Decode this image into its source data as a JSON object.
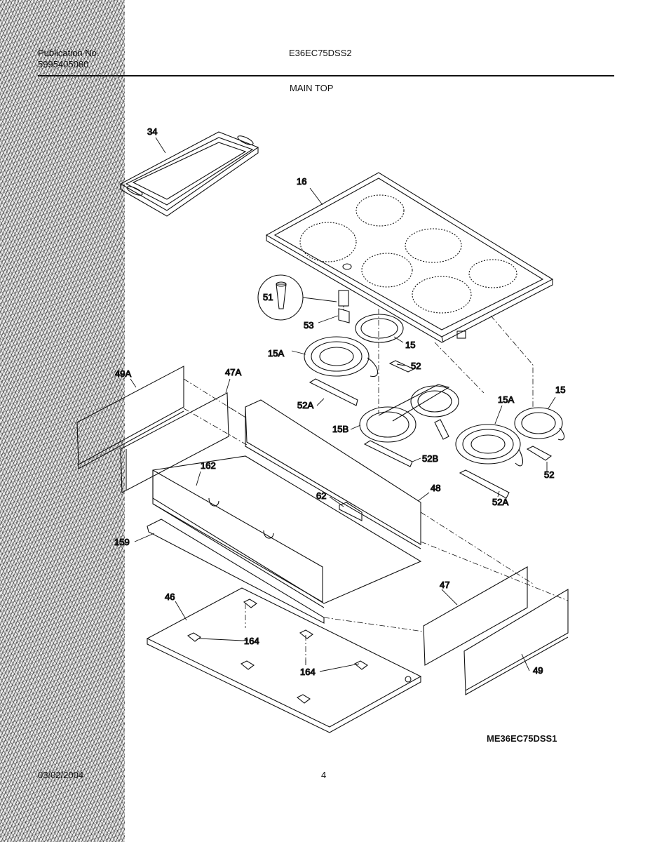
{
  "header": {
    "publication_label": "Publication No.",
    "publication_number": "5995405080",
    "model_number": "E36EC75DSS2",
    "section_title": "MAIN TOP"
  },
  "footer": {
    "date": "03/02/2004",
    "page_number": "4",
    "diagram_code": "ME36EC75DSS1"
  },
  "callouts": {
    "griddle": "34",
    "glass_top": "16",
    "lamp": "51",
    "lamp_socket": "53",
    "element_15_small": "15",
    "element_15A_left": "15A",
    "bracket_52_top": "52",
    "side_panel_49A": "49A",
    "side_panel_47A": "47A",
    "bracket_52A_left": "52A",
    "element_15B": "15B",
    "bracket_52B": "52B",
    "element_15A_right": "15A",
    "element_15_right": "15",
    "bracket_52_right": "52",
    "bracket_52A_right": "52A",
    "heat_shield": "162",
    "terminal_block": "62",
    "rear_panel": "48",
    "insulation": "159",
    "front_panel_47": "47",
    "bottom_pan": "46",
    "clip_164_upper": "164",
    "clip_164_lower": "164",
    "front_panel_49": "49"
  },
  "colors": {
    "ink": "#111111",
    "paper": "#ffffff"
  }
}
